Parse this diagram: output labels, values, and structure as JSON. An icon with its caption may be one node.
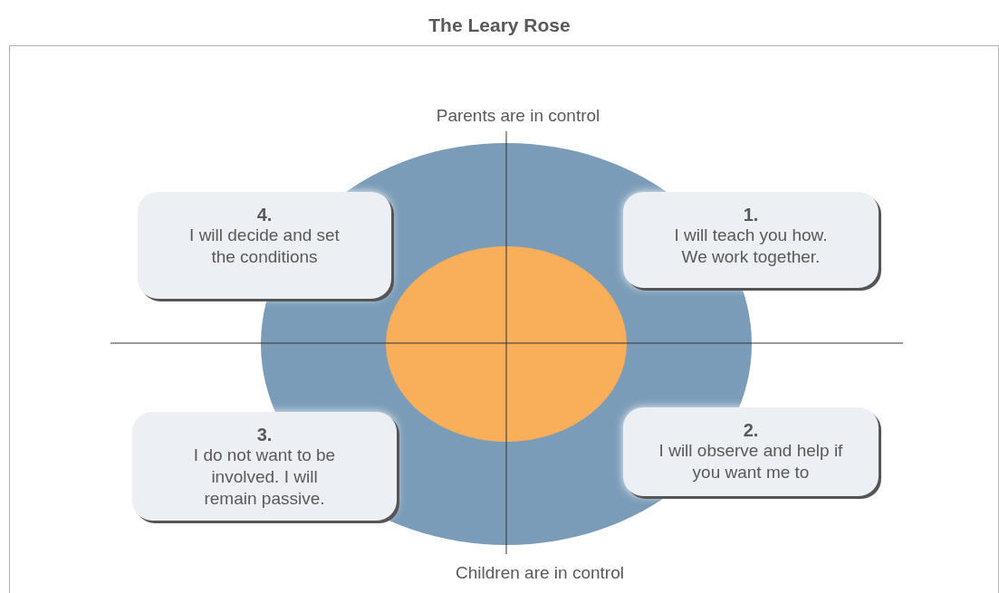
{
  "diagram": {
    "title": "The Leary Rose",
    "nodes": [
      {
        "text": [
          "4.",
          "I will decide and set the conditions"
        ]
      },
      {
        "text": [
          "1.",
          "I will teach you how. We work together."
        ]
      },
      {
        "text": [
          "3.",
          "I do not want to be involved. I will remain passive."
        ]
      },
      {
        "text": [
          "2.",
          "I will observe and help if you want me to"
        ]
      }
    ],
    "labels": [
      "Parents are in control",
      "Children are in control"
    ]
  }
}
